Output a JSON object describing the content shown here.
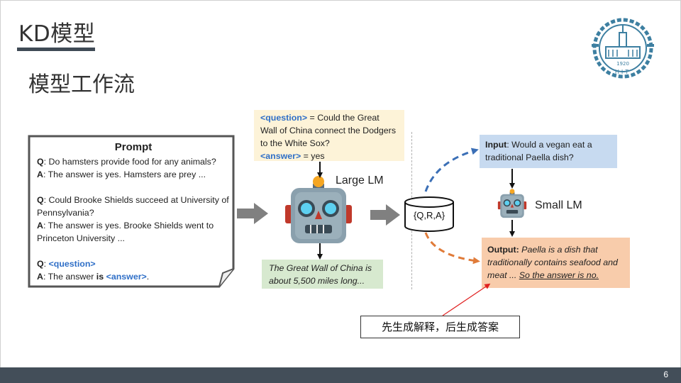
{
  "slide": {
    "title": "KD模型",
    "subtitle": "模型工作流",
    "page_number": "6"
  },
  "logo": {
    "icon": "university-seal-icon",
    "year": "1920",
    "letters": "HIT"
  },
  "prompt": {
    "title": "Prompt",
    "examples": [
      {
        "q_label": "Q",
        "q_text": ": Do hamsters provide food for any animals?",
        "a_label": "A",
        "a_text": ": The answer is yes. Hamsters are prey ..."
      },
      {
        "q_label": "Q",
        "q_text": ": Could Brooke Shields succeed at University of Pennsylvania?",
        "a_label": "A",
        "a_text": ": The answer is yes. Brooke Shields went to Princeton University ..."
      }
    ],
    "template": {
      "q_label": "Q",
      "q_sep": ": ",
      "q_placeholder": "<question>",
      "a_label": "A",
      "a_prefix": ": The answer ",
      "a_is": "is",
      "a_space": " ",
      "a_placeholder": "<answer>",
      "a_suffix": "."
    }
  },
  "question_box": {
    "q_placeholder": "<question>",
    "q_text": " = Could the Great Wall of China connect the Dodgers to the White Sox?",
    "a_placeholder": "<answer>",
    "a_text": " = yes"
  },
  "large_lm": {
    "label": "Large LM",
    "icon": "robot-icon"
  },
  "rationale_box": {
    "text": "The Great Wall of China is about 5,500 miles long..."
  },
  "dataset": {
    "label": "{Q,R,A}",
    "icon": "database-cylinder-icon"
  },
  "input_box": {
    "label": "Input",
    "text": ": Would a vegan eat a traditional Paella dish?"
  },
  "small_lm": {
    "label": "Small LM",
    "icon": "robot-icon"
  },
  "output_box": {
    "label": "Output:",
    "text_italic": " Paella is a dish that traditionally contains seafood and meat ... ",
    "text_underlined": "So the answer is no."
  },
  "callout": {
    "text": "先生成解释，后生成答案"
  },
  "colors": {
    "footer": "#434e59",
    "question_bg": "#fdf3d8",
    "rationale_bg": "#d7e9cf",
    "input_bg": "#c7daf0",
    "output_bg": "#f8ccab",
    "keyword_blue": "#2f6fc7",
    "dashed_blue": "#3b6fb6",
    "dashed_orange": "#e07b39",
    "callout_arrow": "#e02020"
  }
}
